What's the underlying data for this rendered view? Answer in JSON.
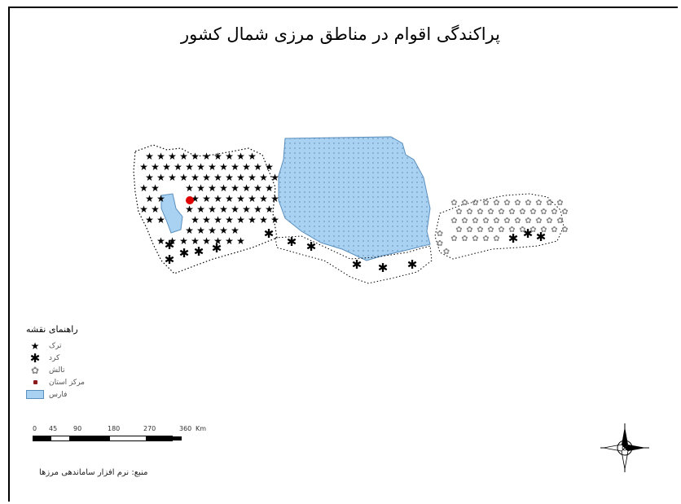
{
  "map_title": "پراکندگی اقوام در مناطق مرزی شمال کشور",
  "legend": {
    "title": "راهنمای نقشه",
    "items": [
      {
        "symbol": "star",
        "label": "ترک"
      },
      {
        "symbol": "asterisk",
        "label": "کرد"
      },
      {
        "symbol": "flower",
        "label": "تالش"
      },
      {
        "symbol": "dot",
        "label": "مرکز استان"
      },
      {
        "symbol": "swatch",
        "label": "فارس"
      }
    ]
  },
  "scale_bar": {
    "ticks": [
      "0",
      "45",
      "90",
      "180",
      "270",
      "360"
    ],
    "unit": "Km"
  },
  "source_text": "منبع: نرم افزار ساماندهی مرزها",
  "center_label": "",
  "colors": {
    "water": "#a9d2f2",
    "water_border": "#5a8fbe",
    "capital": "#e00000",
    "symbol": "#000000"
  },
  "icons": {
    "north_arrow": "compass-rose-icon"
  }
}
